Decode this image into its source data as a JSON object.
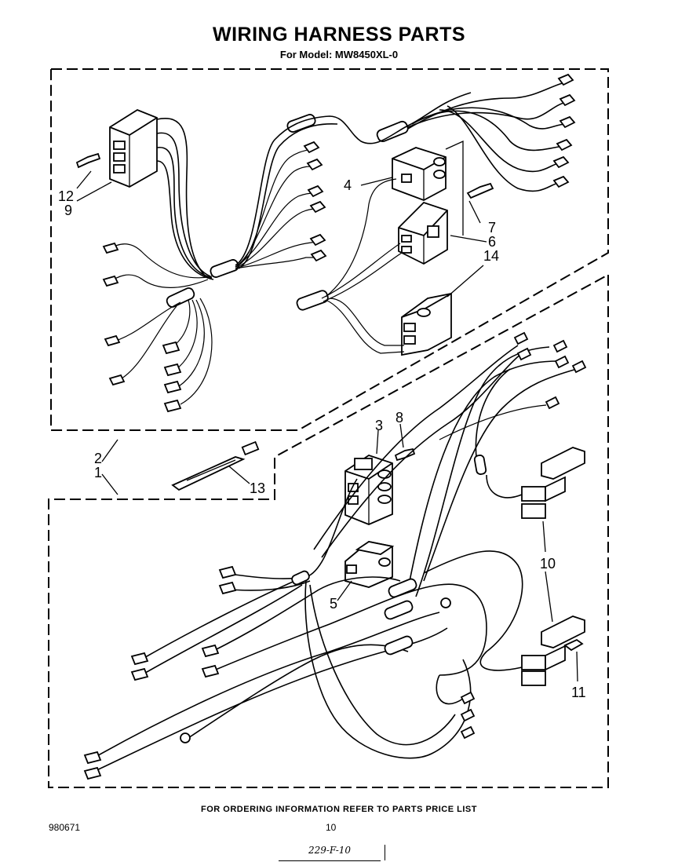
{
  "title": "WIRING HARNESS PARTS",
  "subtitle": "For Model: MW8450XL-0",
  "footer_note": "FOR ORDERING INFORMATION REFER TO PARTS PRICE LIST",
  "doc_number": "980671",
  "page_number": "10",
  "handwritten": "229-F-10",
  "callouts": {
    "c1": "1",
    "c2": "2",
    "c3": "3",
    "c4": "4",
    "c5": "5",
    "c6": "6",
    "c7": "7",
    "c8": "8",
    "c9": "9",
    "c10": "10",
    "c11": "11",
    "c12": "12",
    "c13": "13",
    "c14": "14"
  }
}
